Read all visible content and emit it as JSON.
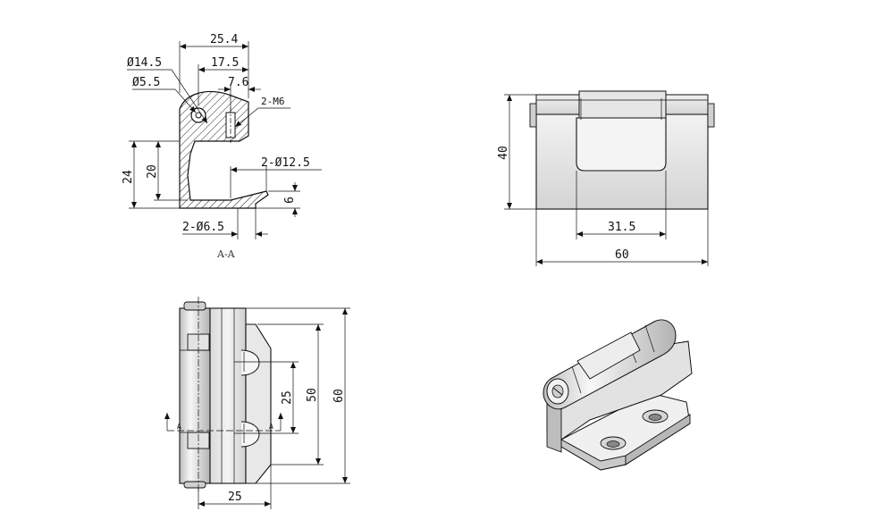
{
  "section_view": {
    "caption": "A-A",
    "dims": {
      "d1": "25.4",
      "d2": "17.5",
      "d3": "7.6",
      "d4": "Ø14.5",
      "d5": "Ø5.5",
      "d6": "2-M6",
      "d7": "24",
      "d8": "20",
      "d9": "2-Ø12.5",
      "d10": "6",
      "d11": "2-Ø6.5"
    }
  },
  "front_view": {
    "dims": {
      "height": "40",
      "inner_width": "31.5",
      "width": "60"
    }
  },
  "side_view": {
    "dims": {
      "d1": "25",
      "d2": "50",
      "d3": "60",
      "d4": "25"
    },
    "section_mark": "A"
  },
  "colors": {
    "line": "#111111",
    "metal_light": "#eeeeee",
    "metal_mid": "#cfcfcf",
    "metal_dark": "#9a9a9a"
  }
}
